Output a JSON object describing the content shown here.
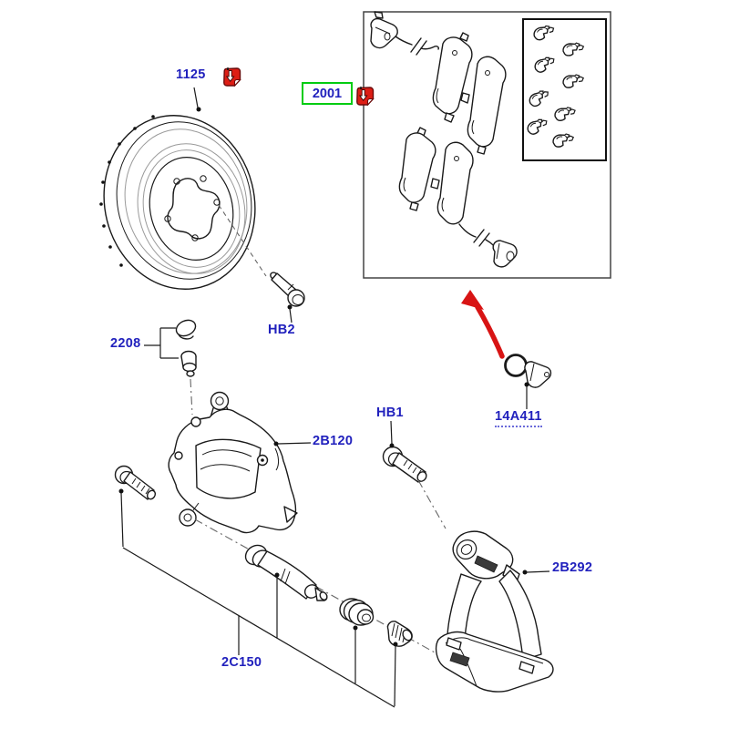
{
  "part_labels": {
    "disc": "1125",
    "pad_kit": "2001",
    "cap_and_bleeder": "2208",
    "bolt_hb2": "HB2",
    "caliper": "2B120",
    "bolt_hb1": "HB1",
    "wear_sensor": "14A411",
    "caliper_bracket": "2B292",
    "guide_pin_kit": "2C150"
  },
  "icons": {
    "callout_1": "red-part-callout-icon",
    "callout_2": "red-part-callout-icon"
  },
  "colors": {
    "label_text": "#2121bd",
    "highlight_box_border": "#00cc11",
    "arrow_red": "#d81414",
    "callout_red": "#dd1d14",
    "line_art": "#1a1a1a",
    "background": "#ffffff"
  }
}
